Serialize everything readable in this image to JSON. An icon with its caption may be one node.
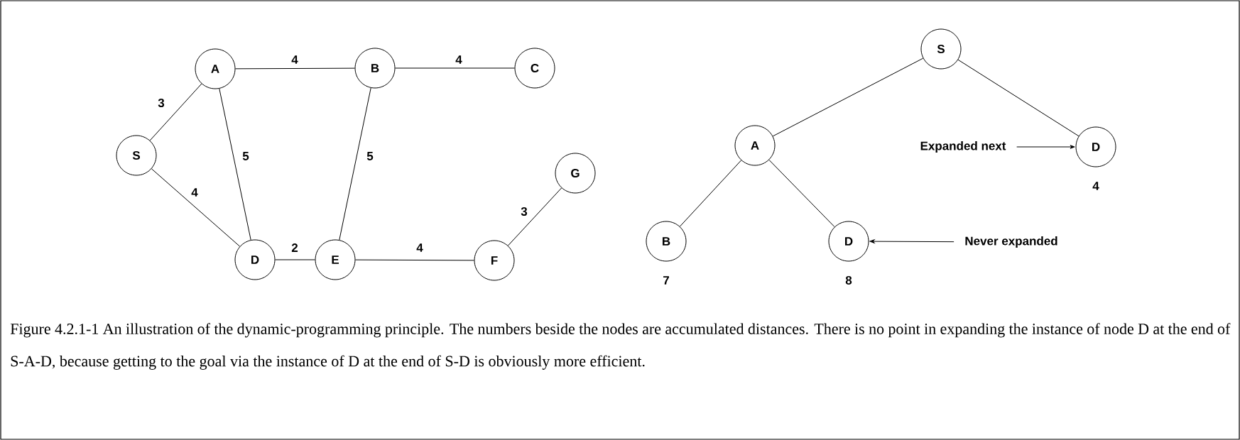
{
  "diagram": {
    "nodes": [
      {
        "text": [
          "A"
        ]
      },
      {
        "text": [
          "B"
        ]
      },
      {
        "text": [
          "C"
        ]
      },
      {
        "text": [
          "S"
        ]
      },
      {
        "text": [
          "G"
        ]
      },
      {
        "text": [
          "D"
        ]
      },
      {
        "text": [
          "E"
        ]
      },
      {
        "text": [
          "F"
        ]
      },
      {
        "text": [
          "S"
        ]
      },
      {
        "text": [
          "A"
        ]
      },
      {
        "text": [
          "D"
        ],
        "beside": [
          "4"
        ]
      },
      {
        "text": [
          "B"
        ],
        "beside": [
          "7"
        ]
      },
      {
        "text": [
          "D"
        ],
        "beside": [
          "8"
        ]
      },
      {
        "text": [
          "Expanded next"
        ]
      },
      {
        "text": [
          "Never expanded"
        ]
      }
    ],
    "edges": [
      {
        "from": 3,
        "to": 0,
        "arrow": "none",
        "label": "3"
      },
      {
        "from": 0,
        "to": 1,
        "arrow": "none",
        "label": "4"
      },
      {
        "from": 1,
        "to": 2,
        "arrow": "none",
        "label": "4"
      },
      {
        "from": 0,
        "to": 5,
        "arrow": "none",
        "label": "5"
      },
      {
        "from": 3,
        "to": 5,
        "arrow": "none",
        "label": "4"
      },
      {
        "from": 1,
        "to": 6,
        "arrow": "none",
        "label": "5"
      },
      {
        "from": 5,
        "to": 6,
        "arrow": "none",
        "label": "2"
      },
      {
        "from": 6,
        "to": 7,
        "arrow": "none",
        "label": "4"
      },
      {
        "from": 7,
        "to": 4,
        "arrow": "none",
        "label": "3"
      },
      {
        "from": 8,
        "to": 9,
        "arrow": "none"
      },
      {
        "from": 8,
        "to": 10,
        "arrow": "none"
      },
      {
        "from": 9,
        "to": 11,
        "arrow": "none"
      },
      {
        "from": 9,
        "to": 12,
        "arrow": "none"
      },
      {
        "from": 13,
        "to": 10,
        "arrow": "to"
      },
      {
        "from": 14,
        "to": 12,
        "arrow": "to"
      }
    ],
    "caption": "Figure 4.2.1-1 An illustration of the dynamic-programming principle. The numbers beside the nodes are accumulated distances. There is no point in expanding the instance of node D at the end of S-A-D, because getting to the goal via the instance of D at the end of S-D is obviously more efficient."
  }
}
